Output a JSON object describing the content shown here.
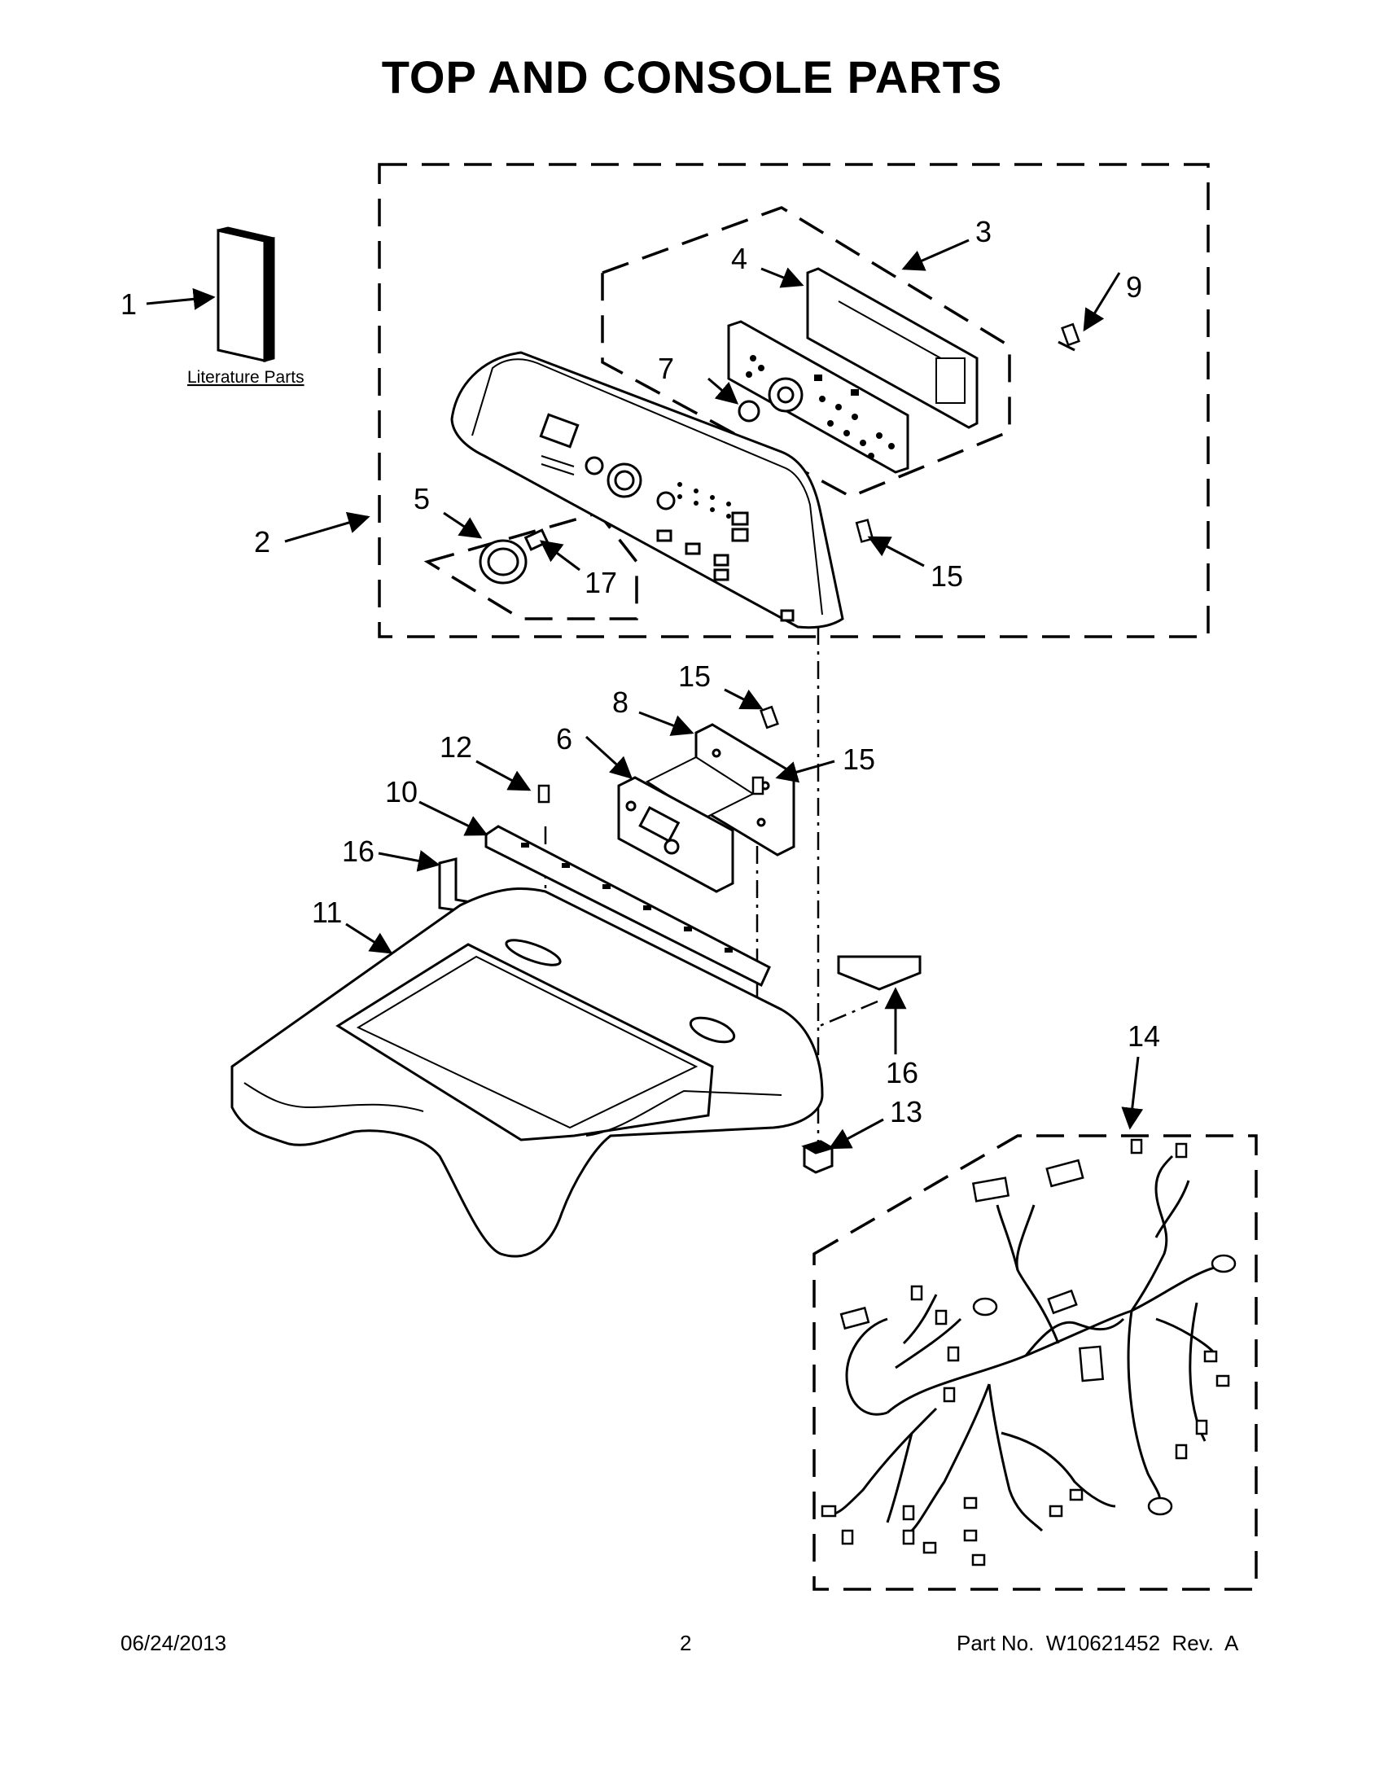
{
  "title": "TOP AND CONSOLE PARTS",
  "literature_label": "Literature Parts",
  "callouts": {
    "c1": "1",
    "c2": "2",
    "c3": "3",
    "c4": "4",
    "c5": "5",
    "c6": "6",
    "c7": "7",
    "c8": "8",
    "c9": "9",
    "c10": "10",
    "c11": "11",
    "c12": "12",
    "c13": "13",
    "c14": "14",
    "c15a": "15",
    "c15b": "15",
    "c15c": "15",
    "c16a": "16",
    "c16b": "16",
    "c17": "17"
  },
  "footer": {
    "date": "06/24/2013",
    "page": "2",
    "part": "Part No.  W10621452  Rev.  A"
  }
}
